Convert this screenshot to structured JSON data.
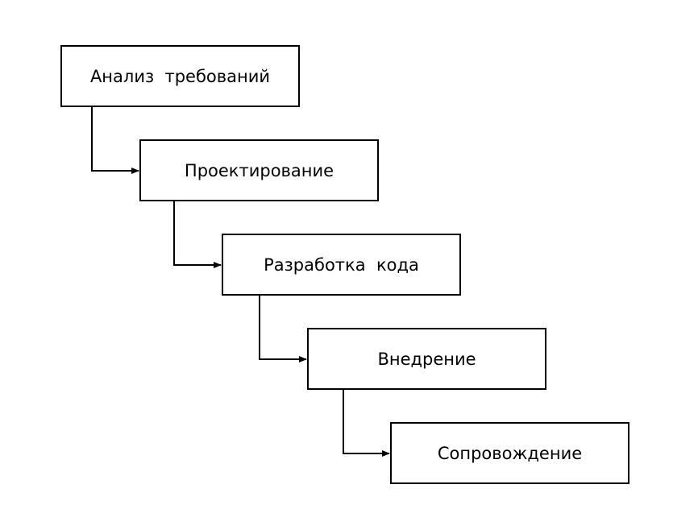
{
  "diagram": {
    "stages": [
      {
        "id": "requirements",
        "label": "Анализ  требований"
      },
      {
        "id": "design",
        "label": "Проектирование"
      },
      {
        "id": "coding",
        "label": "Разработка  кода"
      },
      {
        "id": "deployment",
        "label": "Внедрение"
      },
      {
        "id": "maintenance",
        "label": "Сопровождение"
      }
    ],
    "colors": {
      "stroke": "#000000",
      "background": "#ffffff"
    }
  }
}
